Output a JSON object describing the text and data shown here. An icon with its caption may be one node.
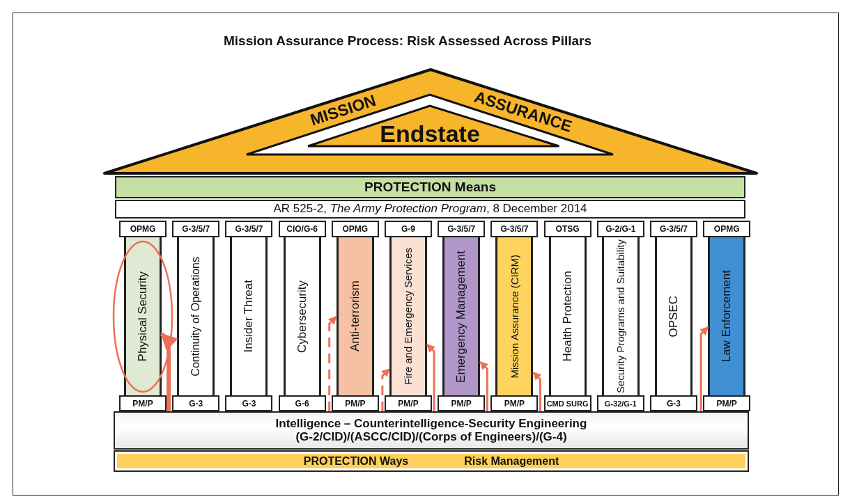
{
  "diagram": {
    "title": "Mission Assurance Process: Risk Assessed Across Pillars",
    "nodes": [
      {
        "text": [
          "MISSION",
          "ASSURANCE"
        ]
      },
      {
        "text": [
          "Endstate"
        ],
        "in": 0
      },
      {
        "text": [
          "PROTECTION Means"
        ]
      },
      {
        "text": [
          "AR 525-2, *The Army Protection Program*, 8 December 2014"
        ]
      },
      {
        "text": [
          "OPMG"
        ]
      },
      {
        "text": [
          "G-3/5/7"
        ]
      },
      {
        "text": [
          "G-3/5/7"
        ]
      },
      {
        "text": [
          "CIO/G-6"
        ]
      },
      {
        "text": [
          "OPMG"
        ]
      },
      {
        "text": [
          "G-9"
        ]
      },
      {
        "text": [
          "G-3/5/7"
        ]
      },
      {
        "text": [
          "G-3/5/7"
        ]
      },
      {
        "text": [
          "OTSG"
        ]
      },
      {
        "text": [
          "G-2/G-1"
        ]
      },
      {
        "text": [
          "G-3/5/7"
        ]
      },
      {
        "text": [
          "OPMG"
        ]
      },
      {
        "text": [
          "Physical Security"
        ]
      },
      {
        "text": [
          "Continuity of Operations"
        ]
      },
      {
        "text": [
          "Insider Threat"
        ]
      },
      {
        "text": [
          "Cybersecurity"
        ]
      },
      {
        "text": [
          "Anti-terrorism"
        ]
      },
      {
        "text": [
          "Fire and Emergency Services"
        ]
      },
      {
        "text": [
          "Emergency Management"
        ]
      },
      {
        "text": [
          "Mission Assurance (CIRM)"
        ]
      },
      {
        "text": [
          "Health Protection"
        ]
      },
      {
        "text": [
          "Security Programs and Suitability"
        ]
      },
      {
        "text": [
          "OPSEC"
        ]
      },
      {
        "text": [
          "Law Enforcement"
        ]
      },
      {
        "text": [
          "PM/P"
        ]
      },
      {
        "text": [
          "G-3"
        ]
      },
      {
        "text": [
          "G-3"
        ]
      },
      {
        "text": [
          "G-6"
        ]
      },
      {
        "text": [
          "PM/P"
        ]
      },
      {
        "text": [
          "PM/P"
        ]
      },
      {
        "text": [
          "PM/P"
        ]
      },
      {
        "text": [
          "PM/P"
        ]
      },
      {
        "text": [
          "CMD SURG"
        ]
      },
      {
        "text": [
          "G-32/G-1"
        ]
      },
      {
        "text": [
          "G-3"
        ]
      },
      {
        "text": [
          "PM/P"
        ]
      },
      {
        "text": [
          "Intelligence – Counterintelligence-Security Engineering",
          "(G-2/CID)/(ASCC/CID)/(Corps of Engineers)/(G-4)"
        ]
      },
      {
        "text": [
          "PROTECTION Ways",
          "Risk Management"
        ]
      }
    ],
    "edges": [
      {
        "from": 40,
        "to": 16,
        "arrow": "to",
        "style": "thick"
      },
      {
        "from": 40,
        "to": 20,
        "arrow": "to",
        "style": "dashed"
      },
      {
        "from": 40,
        "to": 21,
        "arrow": "to"
      },
      {
        "from": 40,
        "to": 21,
        "arrow": "to",
        "style": "dashed"
      },
      {
        "from": 40,
        "to": 22,
        "arrow": "to"
      },
      {
        "from": 40,
        "to": 23,
        "arrow": "to"
      },
      {
        "from": 40,
        "to": 27,
        "arrow": "to"
      }
    ]
  }
}
